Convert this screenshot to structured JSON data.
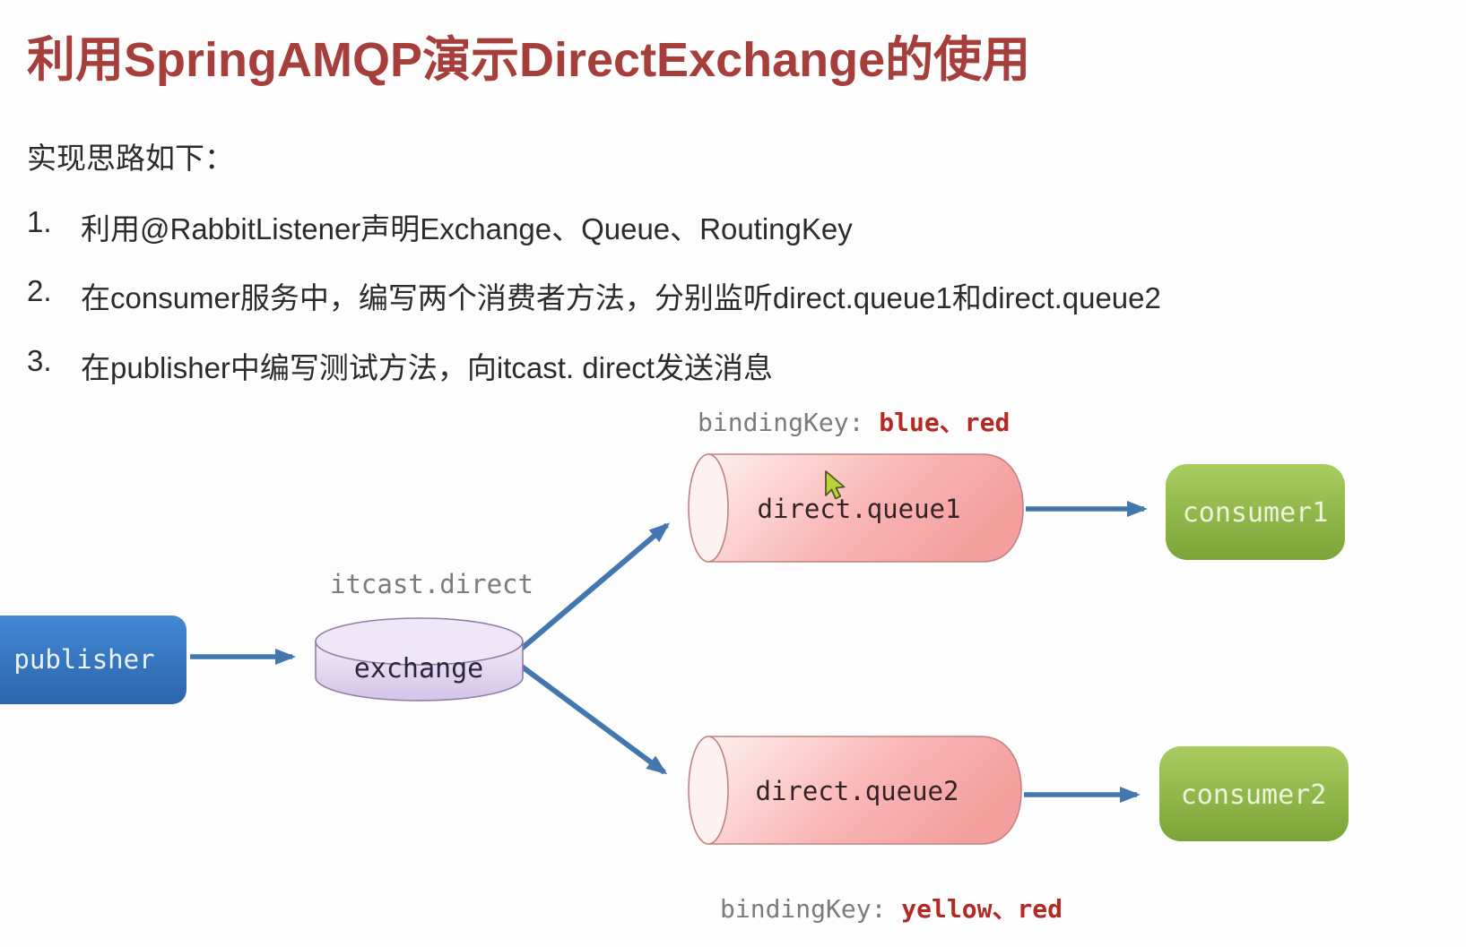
{
  "slide": {
    "title": "利用SpringAMQP演示DirectExchange的使用",
    "intro": "实现思路如下：",
    "steps": [
      {
        "num": "1.",
        "text": "利用@RabbitListener声明Exchange、Queue、RoutingKey"
      },
      {
        "num": "2.",
        "text": "在consumer服务中，编写两个消费者方法，分别监听direct.queue1和direct.queue2"
      },
      {
        "num": "3.",
        "text": "在publisher中编写测试方法，向itcast. direct发送消息"
      }
    ]
  },
  "diagram": {
    "publisher": {
      "label": "publisher"
    },
    "exchange": {
      "label": "exchange",
      "name": "itcast.direct"
    },
    "queue1": {
      "label": "direct.queue1",
      "binding_label": "bindingKey: ",
      "binding_keys": "blue、red"
    },
    "queue2": {
      "label": "direct.queue2",
      "binding_label": "bindingKey: ",
      "binding_keys": "yellow、red"
    },
    "consumer1": {
      "label": "consumer1"
    },
    "consumer2": {
      "label": "consumer2"
    }
  },
  "colors": {
    "title_red": "#a63e3c",
    "binding_key_red": "#b32a24",
    "label_gray": "#7b7b7b",
    "arrow_blue": "#4377af",
    "publisher_blue": "#3579c4",
    "exchange_purple": "#ddccee",
    "queue_pink": "#f8b0ae",
    "consumer_green": "#8db544"
  }
}
